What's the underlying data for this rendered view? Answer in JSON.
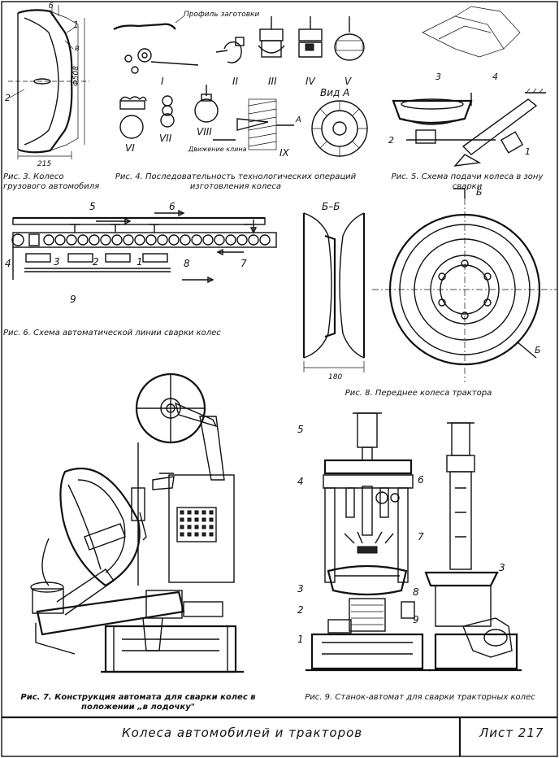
{
  "figures": {
    "fig3": {
      "caption": "Рис. 3. Колесо грузового автомобиля",
      "dim_diameter": "Ф508",
      "dim_width": "215",
      "dim_b": "б",
      "dim_v": "в",
      "callouts": [
        "1",
        "2"
      ]
    },
    "fig4": {
      "caption": "Рис. 4. Последовательность технологических операций изготовления колеса",
      "label_profile": "Профиль заготовки",
      "ops": [
        "I",
        "II",
        "III",
        "IV",
        "V",
        "VI",
        "VII",
        "VIII",
        "IX"
      ],
      "view_label": "Вид A",
      "arrow_label": "A",
      "wedge_label": "Движение клина"
    },
    "fig5": {
      "caption": "Рис. 5. Схема подачи колеса в зону сварки",
      "callouts": [
        "1",
        "2",
        "3",
        "4"
      ],
      "section_mark": "Б"
    },
    "fig6": {
      "caption": "Рис. 6. Схема автоматической линии сварки колес",
      "callouts": [
        "1",
        "2",
        "3",
        "4",
        "5",
        "6",
        "7",
        "8",
        "9"
      ]
    },
    "fig7": {
      "caption": "Рис. 7. Конструкция автомата для сварки колес в положении „в лодочку\""
    },
    "fig8": {
      "caption": "Рис. 8. Переднее колеса трактора",
      "section": "Б–Б",
      "dim_width": "180",
      "section_mark": "Б"
    },
    "fig9": {
      "caption": "Рис. 9. Станок-автомат для сварки тракторных колес",
      "callouts": [
        "1",
        "2",
        "3",
        "4",
        "5",
        "6",
        "7",
        "8",
        "9"
      ],
      "side_callout": "3"
    }
  },
  "footer": {
    "title": "Колеса  автомобилей и тракторов",
    "sheet": "Лист 217"
  }
}
